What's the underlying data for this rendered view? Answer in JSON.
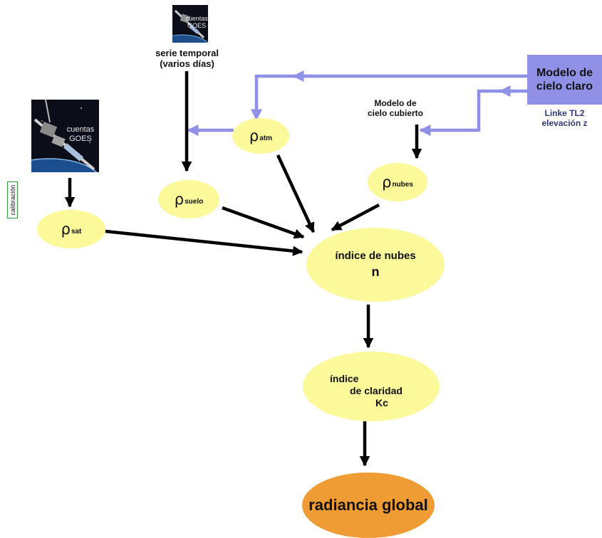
{
  "satellite_top": {
    "caption_line1": "cuentas",
    "caption_line2": "GOES"
  },
  "satellite_left": {
    "caption_line1": "cuentas",
    "caption_line2": "GOES"
  },
  "labels": {
    "serie_temporal_line1": "serie temporal",
    "serie_temporal_line2": "(varios días)",
    "calibracion": "calibración",
    "modelo_cielo_cubierto_line1": "Modelo de",
    "modelo_cielo_cubierto_line2": "cielo cubierto",
    "linke_line1": "Linke TL2",
    "linke_line2": "elevación z"
  },
  "clear_sky_box": {
    "line1": "Modelo de",
    "line2": "cielo claro"
  },
  "nodes": {
    "rho_symbol": "ρ",
    "rho_sat_sub": "sat",
    "rho_suelo_sub": "suelo",
    "rho_atm_sub": "atm",
    "rho_nubes_sub": "nubes",
    "indice_nubes_line1": "índice de nubes",
    "indice_nubes_line2": "n",
    "claridad_line1": "índice",
    "claridad_line2": "de claridad",
    "claridad_line3": "Kc",
    "radiancia": "radiancia global"
  },
  "colors": {
    "node_fill": "#fbf99a",
    "clear_sky_fill": "#8f90e6",
    "blue_connector": "#8f90e6",
    "output_fill": "#ee9c33",
    "arrow": "#000000",
    "calibration_border": "#2e9a3a"
  }
}
